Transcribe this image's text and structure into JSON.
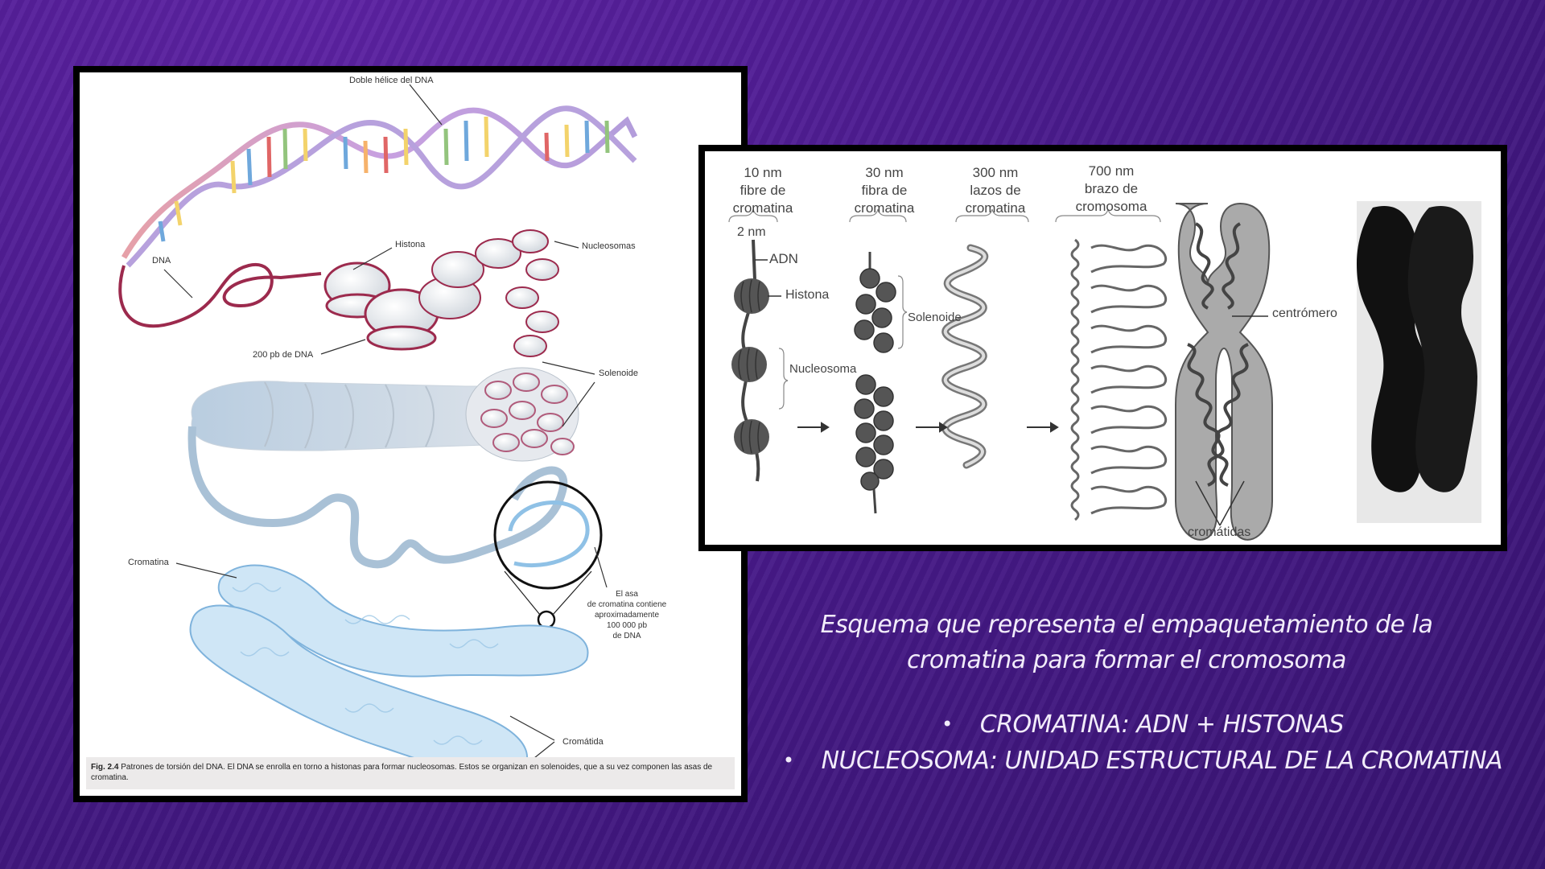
{
  "slide": {
    "background_color": "#4b1b8e",
    "caption": {
      "line1": "Esquema que representa el empaquetamiento de la",
      "line2": "cromatina para formar el cromosoma"
    },
    "bullets": [
      {
        "marker": "•",
        "text": "CROMATINA: ADN + HISTONAS"
      },
      {
        "marker": "•",
        "text": "NUCLEOSOMA: UNIDAD ESTRUCTURAL DE LA CROMATINA"
      }
    ]
  },
  "left_figure": {
    "labels": {
      "double_helix": "Doble hélice del DNA",
      "dna": "DNA",
      "histone": "Histona",
      "nucleosomes": "Nucleosomas",
      "bp200": "200 pb de DNA",
      "solenoid": "Solenoide",
      "chromatin": "Cromatina",
      "loop_note": [
        "El asa",
        "de cromatina contiene",
        "aproximadamente",
        "100 000 pb",
        "de DNA"
      ],
      "chromatid": "Cromátida"
    },
    "caption": {
      "fig_number": "Fig. 2.4",
      "text": "Patrones de torsión del DNA. El DNA se enrolla en torno a histonas para formar nucleosomas. Estos se organizan en solenoides, que a su vez componen las asas de cromatina."
    }
  },
  "right_figure": {
    "stages": [
      {
        "size": "10 nm",
        "line2": "fibre de",
        "line3": "cromatina"
      },
      {
        "size": "30 nm",
        "line2": "fibra de",
        "line3": "cromatina"
      },
      {
        "size": "300 nm",
        "line2": "lazos de",
        "line3": "cromatina"
      },
      {
        "size": "700 nm",
        "line2": "brazo de",
        "line3": "cromosoma"
      }
    ],
    "labels": {
      "two_nm": "2 nm",
      "adn": "ADN",
      "histona": "Histona",
      "nucleosoma": "Nucleosoma",
      "solenoide": "Solenoide",
      "centromero": "centrómero",
      "cromatidas": "cromátidas"
    },
    "arrows": [
      "→",
      "→",
      "→"
    ]
  }
}
